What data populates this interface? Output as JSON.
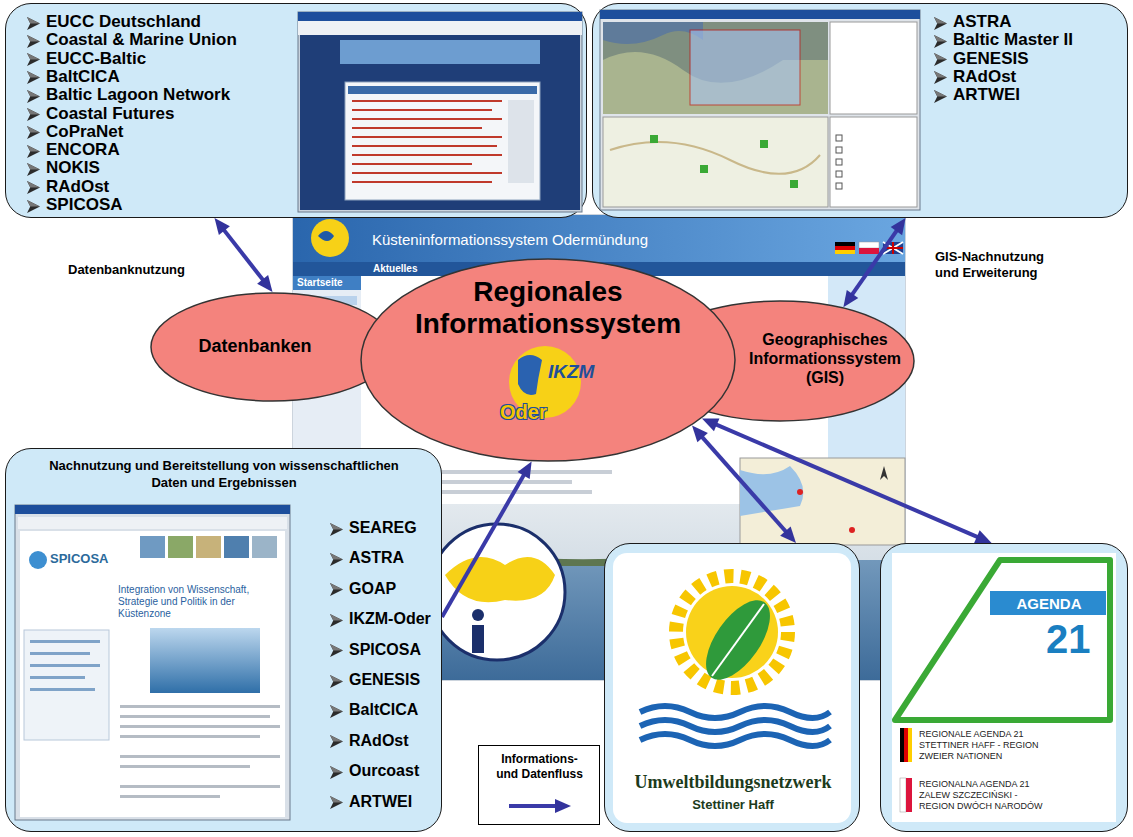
{
  "diagram": {
    "nodes": [
      {
        "text": [
          "EUCC Deutschland",
          "Coastal & Marine Union",
          "EUCC-Baltic",
          "BaltCICA",
          "Baltic Lagoon Network",
          "Coastal Futures",
          "CoPraNet",
          "ENCORA",
          "NOKIS",
          "RAdOst",
          "SPICOSA"
        ]
      },
      {
        "text": [
          "ASTRA",
          "Baltic Master II",
          "GENESIS",
          "RAdOst",
          "ARTWEI"
        ]
      },
      {
        "text": [
          "Datenbanken"
        ]
      },
      {
        "text": [
          "Regionales Informationssystem",
          "IKZM",
          "Oder"
        ]
      },
      {
        "text": [
          "Geographisches Informationssystem (GIS)"
        ]
      },
      {
        "text": [
          "Nachnutzung und Bereitstellung von wissenschaftlichen Daten und Ergebnissen",
          "SEAREG",
          "ASTRA",
          "GOAP",
          "IKZM-Oder",
          "SPICOSA",
          "GENESIS",
          "BaltCICA",
          "RAdOst",
          "Ourcoast",
          "ARTWEI"
        ]
      },
      {
        "text": [
          "Umweltbildungsnetzwerk",
          "Stettiner Haff"
        ]
      },
      {
        "text": [
          "AGENDA",
          "21",
          "REGIONALE AGENDA 21 STETTINER HAFF - REGION ZWEIER NATIONEN",
          "REGIONALNA AGENDA 21 ZALEW SZCZECIŃSKI - REGION DWÓCH NARODÓW"
        ]
      }
    ],
    "edges": [
      {
        "from": 0,
        "to": 2,
        "label": "Datenbanknutzung",
        "arrow": "both"
      },
      {
        "from": 1,
        "to": 4,
        "label": "GIS-Nachnutzung und Erweiterung",
        "arrow": "both"
      },
      {
        "from": 5,
        "to": 3,
        "arrow": "to"
      },
      {
        "from": 3,
        "to": 6,
        "arrow": "both"
      },
      {
        "from": 3,
        "to": 7,
        "arrow": "both"
      }
    ],
    "labels": [
      "Küsteninformationssystem Odermündung",
      "Aktuelles",
      "Startseite",
      "SPICOSA",
      "Integration von Wissenschaft, Strategie und Politik in der Küstenzone"
    ],
    "legend": [
      {
        "text": "Informations- und Datenfluss"
      }
    ]
  }
}
